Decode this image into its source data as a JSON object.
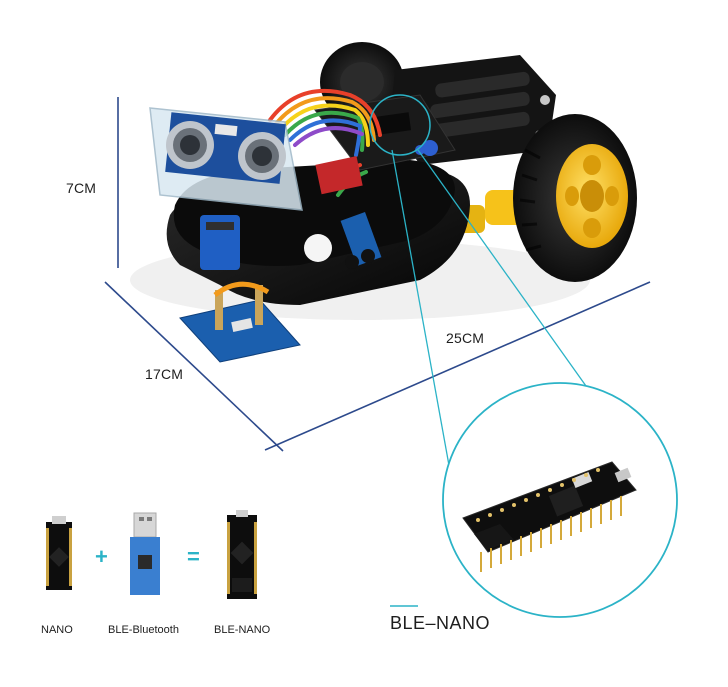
{
  "dimensions": {
    "height_label": "7CM",
    "width_label": "17CM",
    "length_label": "25CM"
  },
  "combo": {
    "nano_label": "NANO",
    "ble_label": "BLE-Bluetooth",
    "result_label": "BLE-NANO",
    "plus_symbol": "+",
    "equals_symbol": "="
  },
  "zoom": {
    "caption": "BLE–NANO"
  },
  "colors": {
    "accent": "#2bb3c7",
    "dimension_line": "#2d4a8c",
    "wheel_yellow": "#f6c21a",
    "board_blue": "#1b5fae",
    "chassis_black": "#111111"
  }
}
